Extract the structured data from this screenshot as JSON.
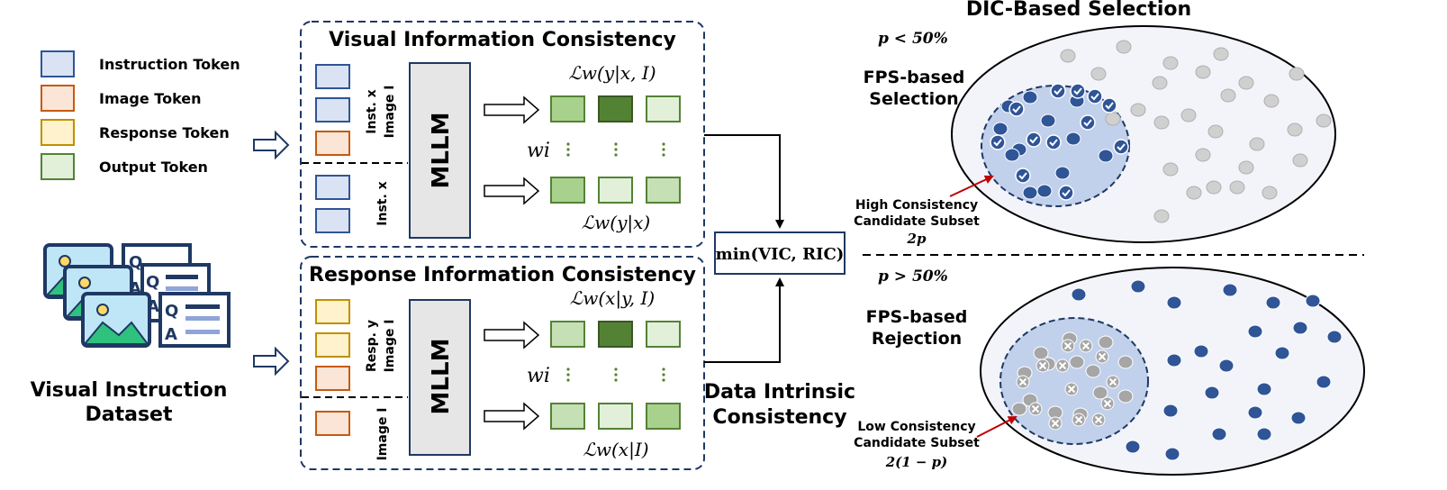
{
  "legend": {
    "instruction": "Instruction Token",
    "image": "Image Token",
    "response": "Response Token",
    "output": "Output Token"
  },
  "dataset": {
    "line1": "Visual Instruction",
    "line2": "Dataset",
    "q": "Q",
    "a": "A"
  },
  "vic": {
    "title": "Visual Information Consistency",
    "model": "MLLM",
    "label_top_1": "Inst. x",
    "label_top_2": "Image I",
    "label_bottom": "Inst. x",
    "loss_top": "ℒw(y|x, I)",
    "loss_bottom": "ℒw(y|x)",
    "weight": "wi"
  },
  "ric": {
    "title": "Response Information Consistency",
    "model": "MLLM",
    "label_top_1": "Resp. y",
    "label_top_2": "Image I",
    "label_bottom": "Image I",
    "loss_top": "ℒw(x|y, I)",
    "loss_bottom": "ℒw(x|I)",
    "weight": "wi"
  },
  "combine": {
    "formula": "min(VIC, RIC)",
    "label_line1": "Data Intrinsic",
    "label_line2": "Consistency"
  },
  "selection": {
    "title": "DIC-Based Selection",
    "top_condition": "p < 50%",
    "top_method_1": "FPS-based",
    "top_method_2": "Selection",
    "top_subset_1": "High Consistency",
    "top_subset_2": "Candidate Subset",
    "top_subset_3": "2p",
    "bottom_condition": "p > 50%",
    "bottom_method_1": "FPS-based",
    "bottom_method_2": "Rejection",
    "bottom_subset_1": "Low Consistency",
    "bottom_subset_2": "Candidate Subset",
    "bottom_subset_3": "2(1 − p)"
  },
  "colors": {
    "instruction_fill": "#dae3f3",
    "instruction_stroke": "#2f5597",
    "image_fill": "#fbe5d6",
    "image_stroke": "#c55a11",
    "response_fill": "#fff2cc",
    "response_stroke": "#bf9000",
    "output_fill": "#e2f0d9",
    "output_stroke": "#548235",
    "output_mid": "#a9d18e",
    "output_dark": "#548235",
    "blue_dot": "#2f5597",
    "gray_dot": "#d0d0d0",
    "subset_fill": "#b4c7e7",
    "navy": "#1f3864",
    "arrow_red": "#c00000"
  }
}
